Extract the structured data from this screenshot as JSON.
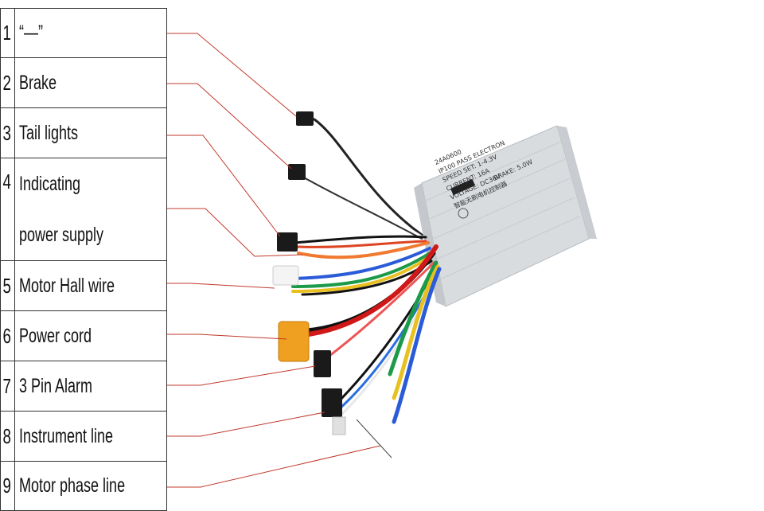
{
  "legend": {
    "rows": [
      {
        "num": "1",
        "label": "“—”"
      },
      {
        "num": "2",
        "label": "Brake"
      },
      {
        "num": "3",
        "label": "Tail lights"
      },
      {
        "num": "4",
        "label_line1": "Indicating",
        "label_line2": "power supply"
      },
      {
        "num": "5",
        "label": "Motor Hall wire"
      },
      {
        "num": "6",
        "label": "Power cord"
      },
      {
        "num": "7",
        "label": "3 Pin Alarm"
      },
      {
        "num": "8",
        "label": "Instrument line"
      },
      {
        "num": "9",
        "label": "Motor phase line"
      }
    ]
  },
  "controller_label": {
    "line1": "智能无刷电机控制器",
    "line2": "VOLTAGE: DC36V",
    "line3": "CURRENT: 16A",
    "line4": "SPEED SET: 1-4.3V",
    "line5": "BRAKE: 5.0W",
    "line6": "IP100 PASS ELECTRON",
    "serial": "24A0600"
  },
  "colors": {
    "leader_line": "#c0392b",
    "controller_body": "#e3e5e7",
    "connector_black": "#1a1a1a",
    "xt60_yellow": "#f0a020"
  }
}
